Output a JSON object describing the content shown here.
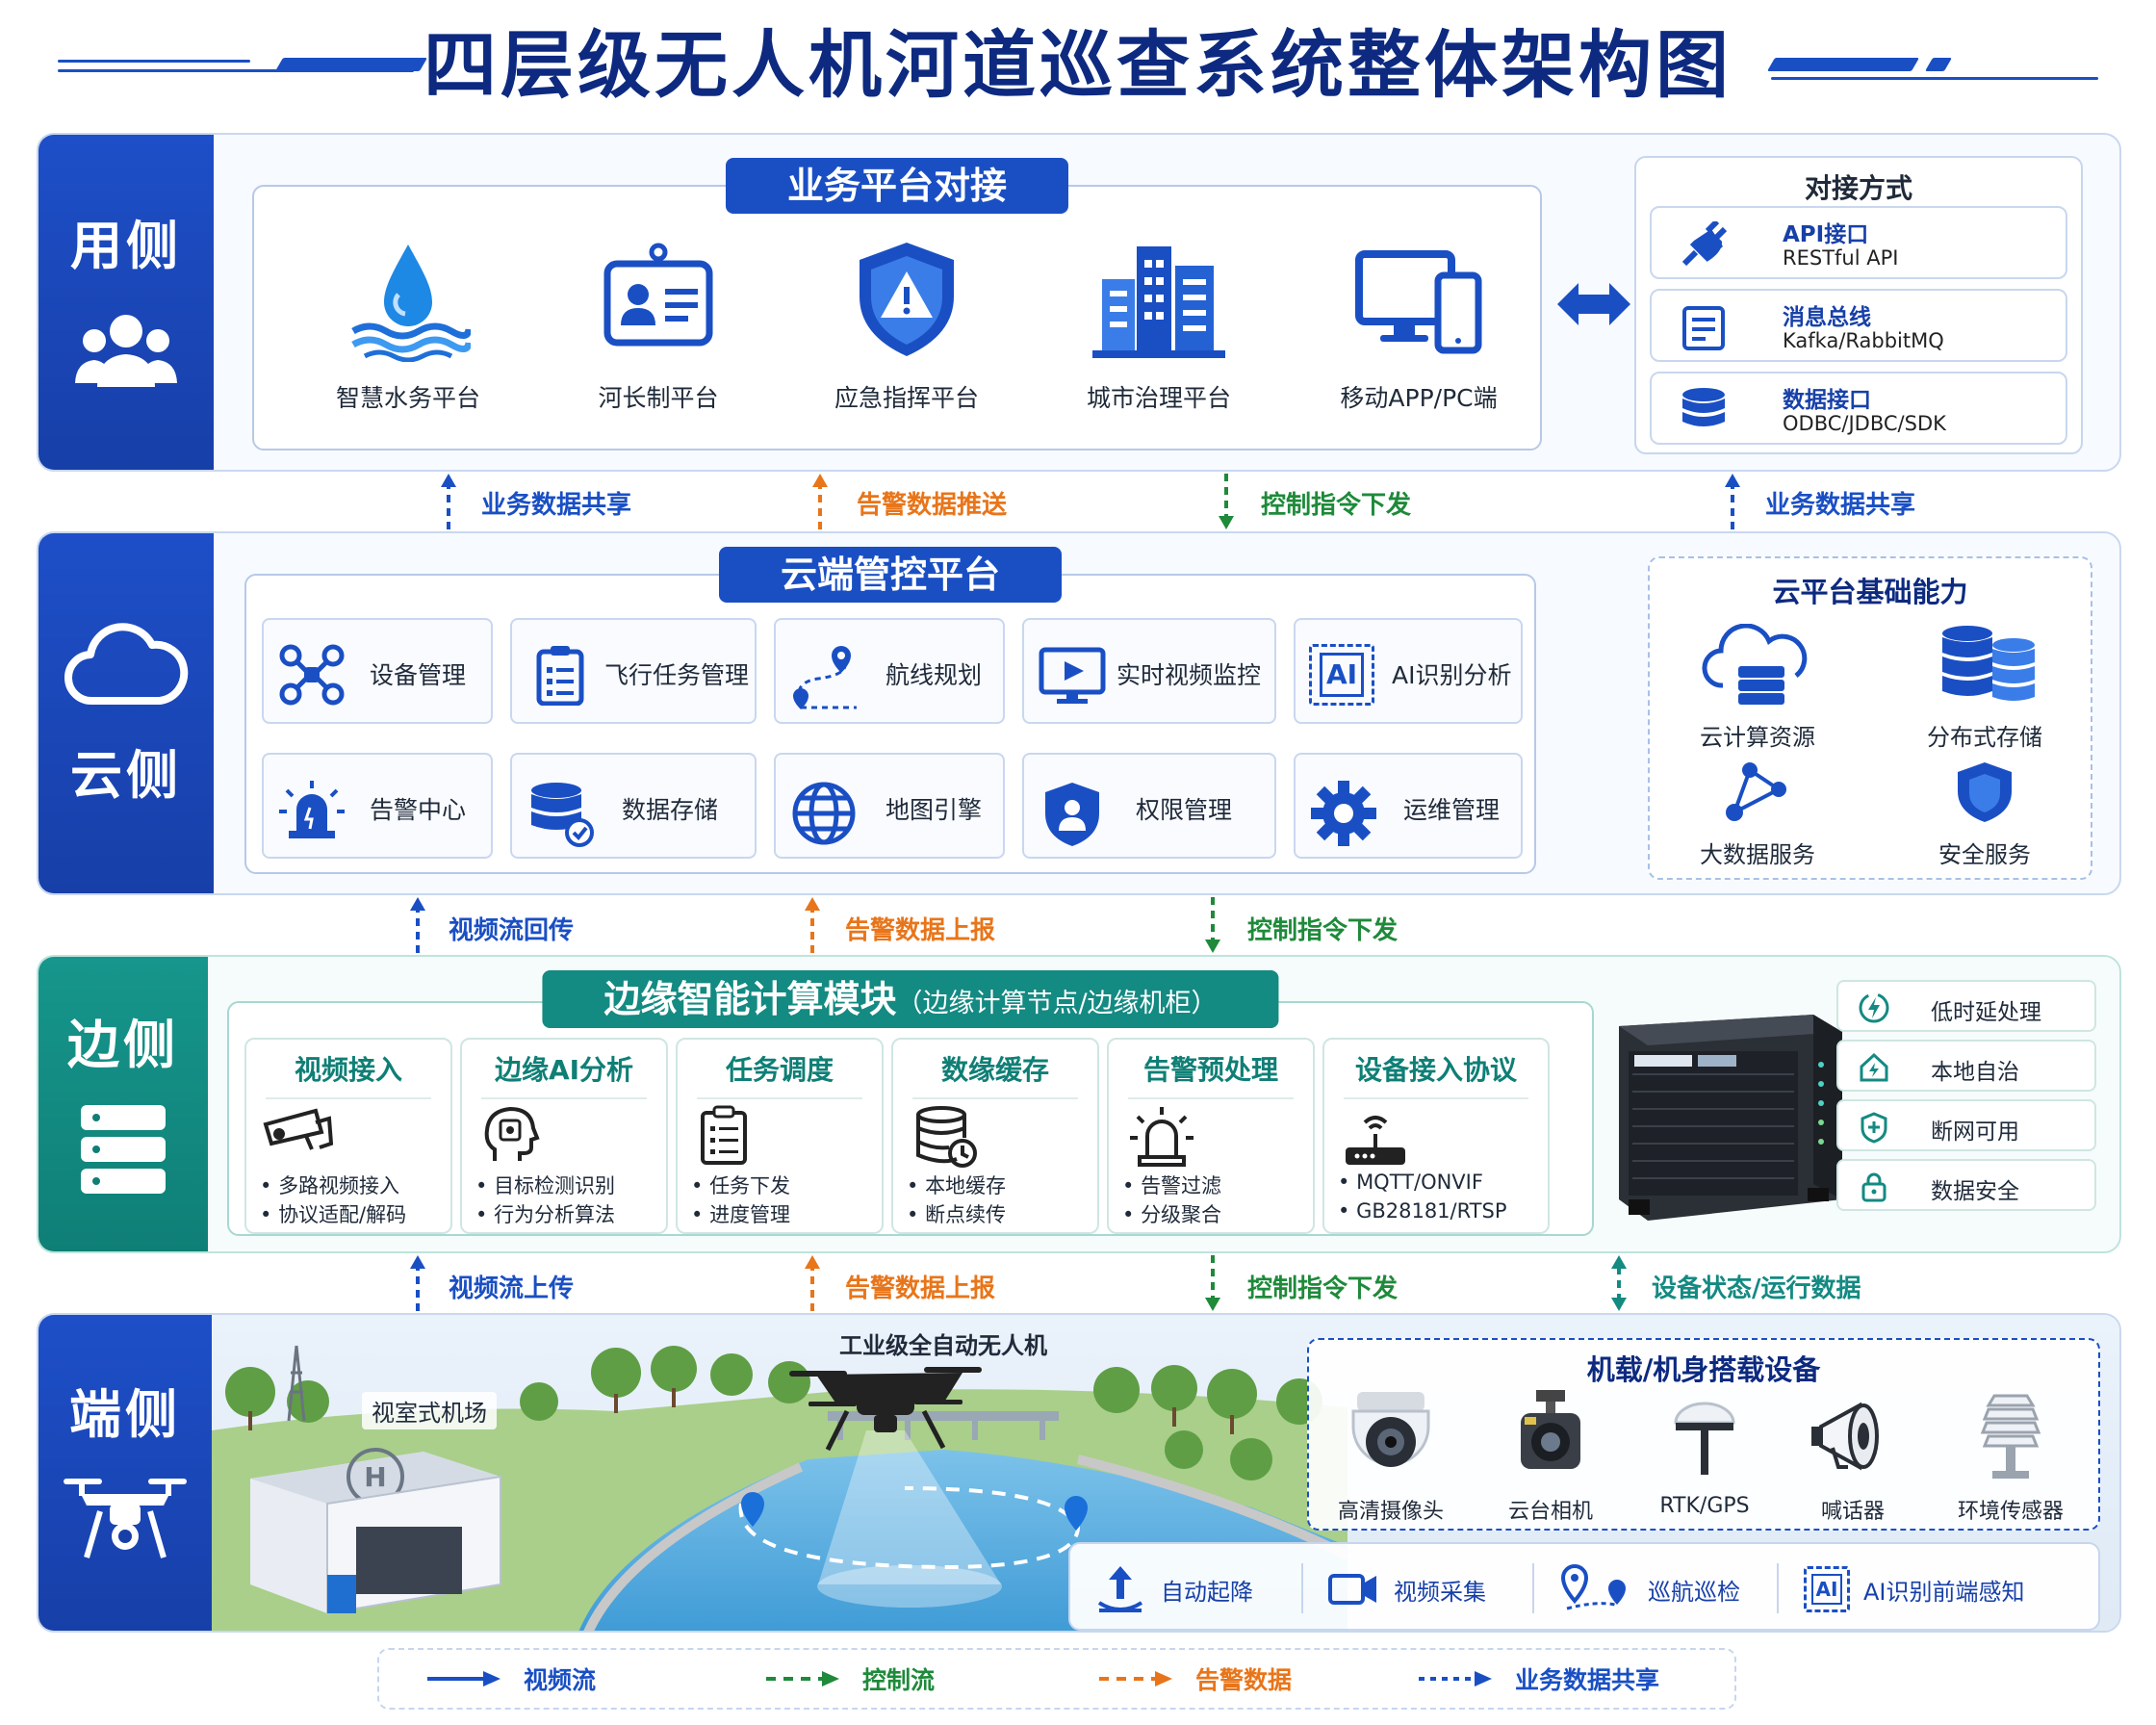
{
  "title": "四层级无人机河道巡查系统整体架构图",
  "user_layer": {
    "side_label": "用侧",
    "panel_title": "业务平台对接",
    "platforms": [
      "智慧水务平台",
      "河长制平台",
      "应急指挥平台",
      "城市治理平台",
      "移动APP/PC端"
    ],
    "interface_title": "对接方式",
    "interfaces": [
      {
        "name": "API接口",
        "detail": "RESTful API"
      },
      {
        "name": "消息总线",
        "detail": "Kafka/RabbitMQ"
      },
      {
        "name": "数据接口",
        "detail": "ODBC/JDBC/SDK"
      }
    ]
  },
  "flows_1": [
    "业务数据共享",
    "告警数据推送",
    "控制指令下发",
    "业务数据共享"
  ],
  "cloud_layer": {
    "side_label": "云侧",
    "panel_title": "云端管控平台",
    "modules": [
      "设备管理",
      "飞行任务管理",
      "航线规划",
      "实时视频监控",
      "AI识别分析",
      "告警中心",
      "数据存储",
      "地图引擎",
      "权限管理",
      "运维管理"
    ],
    "ai_badge": "AI",
    "capability_title": "云平台基础能力",
    "capabilities": [
      "云计算资源",
      "分布式存储",
      "大数据服务",
      "安全服务"
    ]
  },
  "flows_2": [
    "视频流回传",
    "告警数据上报",
    "控制指令下发"
  ],
  "edge_layer": {
    "side_label": "边侧",
    "panel_title": "边缘智能计算模块",
    "panel_subtitle": "（边缘计算节点/边缘机柜）",
    "modules": [
      {
        "title": "视频接入",
        "items": [
          "多路视频接入",
          "协议适配/解码"
        ]
      },
      {
        "title": "边缘AI分析",
        "items": [
          "目标检测识别",
          "行为分析算法"
        ]
      },
      {
        "title": "任务调度",
        "items": [
          "任务下发",
          "进度管理"
        ]
      },
      {
        "title": "数缘缓存",
        "items": [
          "本地缓存",
          "断点续传"
        ]
      },
      {
        "title": "告警预处理",
        "items": [
          "告警过滤",
          "分级聚合"
        ]
      },
      {
        "title": "设备接入协议",
        "items": [
          "MQTT/ONVIF",
          "GB28181/RTSP"
        ]
      }
    ],
    "features": [
      "低时延处理",
      "本地自治",
      "断网可用",
      "数据安全"
    ]
  },
  "flows_3": [
    "视频流上传",
    "告警数据上报",
    "控制指令下发",
    "设备状态/运行数据"
  ],
  "terminal_layer": {
    "side_label": "端侧",
    "drone_label": "工业级全自动无人机",
    "hangar_label": "视室式机场",
    "payload_title": "机载/机身搭载设备",
    "payload_devices": [
      "高清摄像头",
      "云台相机",
      "RTK/GPS",
      "喊话器",
      "环境传感器"
    ],
    "functions": [
      "自动起降",
      "视频采集",
      "巡航巡检",
      "AI识别前端感知"
    ],
    "ai_badge": "AI"
  },
  "legend": [
    "视频流",
    "控制流",
    "告警数据",
    "业务数据共享"
  ],
  "colors": {
    "blue": "#1a4fc4",
    "orange": "#e8751a",
    "green": "#1e8a3a",
    "teal": "#138a82",
    "navy": "#0d2a80"
  }
}
